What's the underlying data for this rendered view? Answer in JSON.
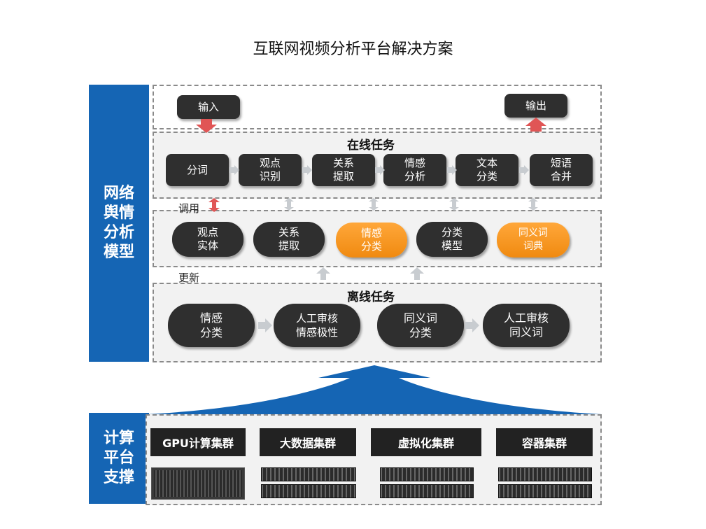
{
  "title": "互联网视频分析平台解决方案",
  "left_model_label": "网络\n舆情\n分析\n模型",
  "left_platform_label": "计算\n平台\n支撑",
  "io": {
    "input": "输入",
    "output": "输出"
  },
  "online": {
    "heading": "在线任务",
    "steps": [
      "分词",
      "观点\n识别",
      "关系\n提取",
      "情感\n分析",
      "文本\n分类",
      "短语\n合并"
    ]
  },
  "invoke_label": "调用",
  "update_label": "更新",
  "models": [
    {
      "label": "观点\n实体",
      "highlight": false
    },
    {
      "label": "关系\n提取",
      "highlight": false
    },
    {
      "label": "情感\n分类",
      "highlight": true
    },
    {
      "label": "分类\n模型",
      "highlight": false
    },
    {
      "label": "同义词\n词典",
      "highlight": true
    }
  ],
  "offline": {
    "heading": "离线任务",
    "steps": [
      "情感\n分类",
      "人工审核\n情感极性",
      "同义词\n分类",
      "人工审核\n同义词"
    ]
  },
  "clusters": [
    "GPU计算集群",
    "大数据集群",
    "虚拟化集群",
    "容器集群"
  ],
  "colors": {
    "blue": "#1565b4",
    "orange": "#f39a1f",
    "dark": "#2f2f2f",
    "red_arrow": "#e05555",
    "grey_arrow": "#c8ccd0"
  }
}
